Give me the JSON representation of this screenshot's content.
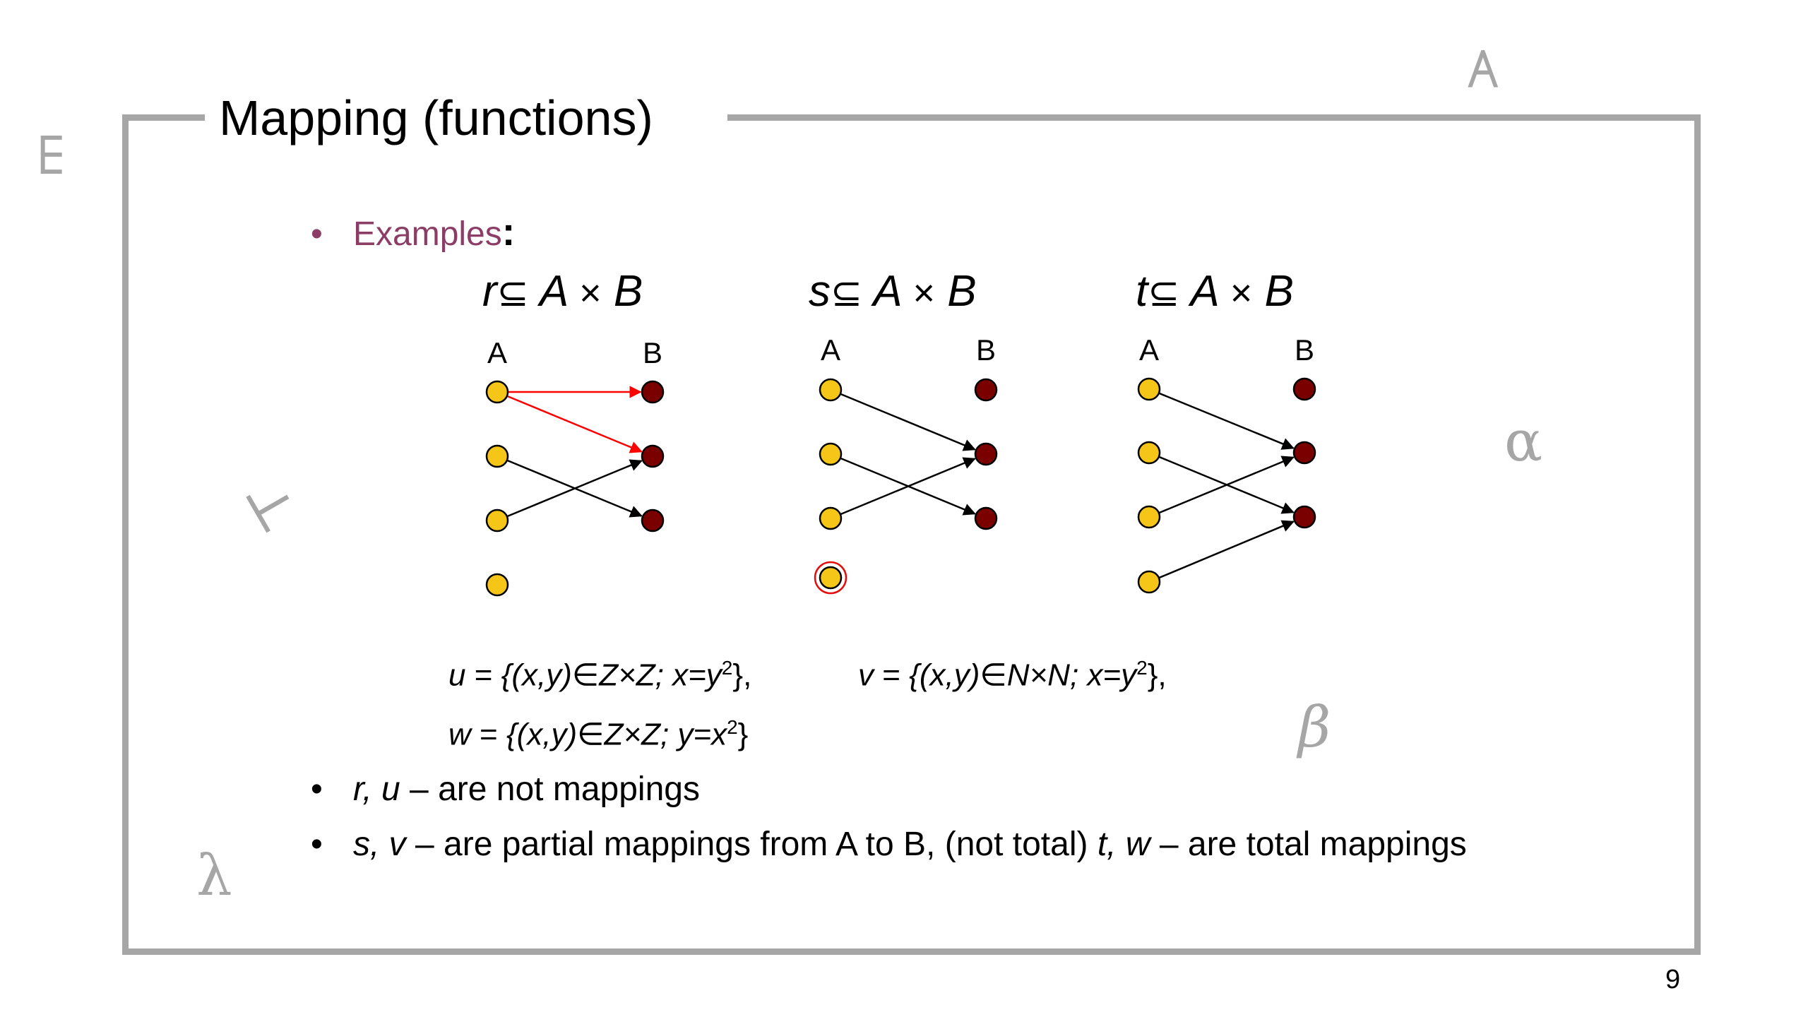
{
  "slide": {
    "title": "Mapping (functions)",
    "page_number": "9",
    "examples_label": "Examples",
    "examples_colon": ":",
    "bullet_glyph": "•"
  },
  "decorations": {
    "forall": "∀",
    "exists": "∃",
    "alpha": "α",
    "beta": "β",
    "lambda": "λ",
    "turnstile": "⊢"
  },
  "diagrams": [
    {
      "name": "r",
      "set_a": "A",
      "op_subset": "⊆",
      "set_b": "B",
      "op_times": "×",
      "label_a": "A",
      "label_b": "B",
      "a_nodes": 4,
      "b_nodes": 3,
      "edges": [
        [
          0,
          0
        ],
        [
          0,
          1
        ],
        [
          1,
          2
        ],
        [
          2,
          1
        ]
      ],
      "edge_colors": [
        "#ff0000",
        "#ff0000",
        "#000000",
        "#000000"
      ],
      "highlight_a": null
    },
    {
      "name": "s",
      "set_a": "A",
      "op_subset": "⊆",
      "set_b": "B",
      "op_times": "×",
      "label_a": "A",
      "label_b": "B",
      "a_nodes": 4,
      "b_nodes": 3,
      "edges": [
        [
          0,
          1
        ],
        [
          1,
          2
        ],
        [
          2,
          1
        ]
      ],
      "edge_colors": [
        "#000000",
        "#000000",
        "#000000"
      ],
      "highlight_a": 3
    },
    {
      "name": "t",
      "set_a": "A",
      "op_subset": "⊆",
      "set_b": "B",
      "op_times": "×",
      "label_a": "A",
      "label_b": "B",
      "a_nodes": 4,
      "b_nodes": 3,
      "edges": [
        [
          0,
          1
        ],
        [
          1,
          2
        ],
        [
          2,
          1
        ],
        [
          3,
          2
        ]
      ],
      "edge_colors": [
        "#000000",
        "#000000",
        "#000000",
        "#000000"
      ],
      "highlight_a": null
    }
  ],
  "colors": {
    "node_a": "#f5c518",
    "node_b": "#7a0000",
    "frame": "#a6a6a6",
    "highlight_ring": "#e01010",
    "examples_text": "#8c3d66"
  },
  "formulas": {
    "u_name": "u",
    "u_set": "{(x,y)∈Z×Z; x=y",
    "u_exp": "2",
    "u_end": "},",
    "v_name": "v",
    "v_set": "{(x,y)∈N×N; x=y",
    "v_exp": "2",
    "v_end": "},",
    "w_name": "w",
    "w_set": "{(x,y)∈Z×Z; y=x",
    "w_exp": "2",
    "w_end": "}",
    "equals": " = "
  },
  "statements": {
    "line1_vars": "r, u",
    "line1_text": " – are not mappings",
    "line2_vars1": "s, v",
    "line2_text1": " – are partial mappings from A to B, (not total) ",
    "line2_vars2": "t, w",
    "line2_text2": " – are total mappings"
  }
}
